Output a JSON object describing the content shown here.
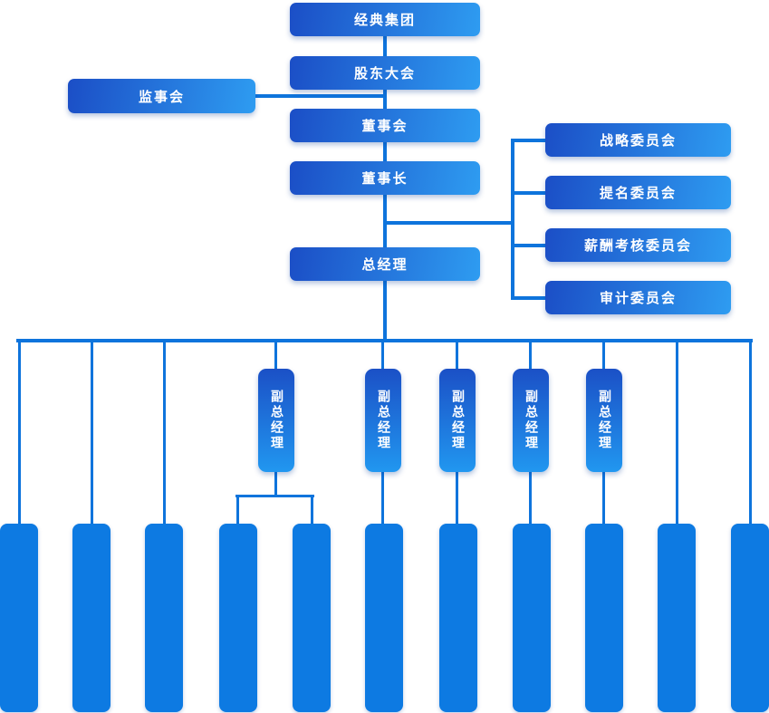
{
  "org": {
    "root": "经典集团",
    "shareholders_meeting": "股东大会",
    "supervisory_board": "监事会",
    "board_of_directors": "董事会",
    "chairman": "董事长",
    "committees": [
      "战略委员会",
      "提名委员会",
      "薪酬考核委员会",
      "审计委员会"
    ],
    "general_manager": "总经理",
    "deputy_general_managers": [
      "副总经理",
      "副总经理",
      "副总经理",
      "副总经理",
      "副总经理"
    ],
    "departments": [
      "",
      "",
      "",
      "",
      "",
      "",
      "",
      "",
      "",
      "",
      ""
    ]
  },
  "colors": {
    "node_gradient_start": "#1b4ec6",
    "node_gradient_end": "#2e9cf1",
    "vertical_node_gradient_start": "#1b50c6",
    "vertical_node_gradient_end": "#2197f0",
    "department_fill": "#0d7ae2",
    "connector": "#0e74dc",
    "text": "#ffffff",
    "background": "#ffffff"
  }
}
